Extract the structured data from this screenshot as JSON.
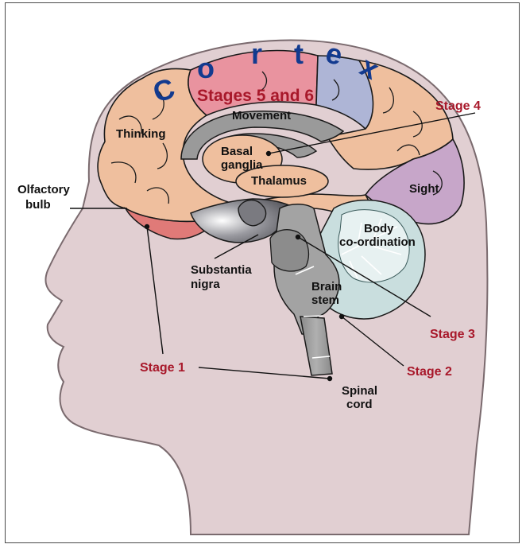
{
  "cortex_letters": [
    "C",
    "o",
    "r",
    "t",
    "e",
    "x"
  ],
  "labels": {
    "stages_5_6": "Stages 5 and 6",
    "movement": "Movement",
    "thinking": "Thinking",
    "stage_4": "Stage 4",
    "basal_1": "Basal",
    "basal_2": "ganglia",
    "thalamus": "Thalamus",
    "sight": "Sight",
    "olfactory_1": "Olfactory",
    "olfactory_2": "bulb",
    "body_1": "Body",
    "body_2": "co-ordination",
    "substantia_1": "Substantia",
    "substantia_2": "nigra",
    "brain_1": "Brain",
    "brain_2": "stem",
    "stage_3": "Stage 3",
    "stage_2": "Stage 2",
    "stage_1": "Stage 1",
    "spinal_1": "Spinal",
    "spinal_2": "cord"
  },
  "colors": {
    "head": "#e1cfd2",
    "head_outline": "#7a6a6e",
    "frontal": "#efbf9e",
    "motor": "#e9939f",
    "sensory": "#aeb5d6",
    "occipital": "#c7a6c9",
    "cerebellum": "#c9dede",
    "brainstem": "#9a9a9a",
    "cortex_text": "#123a8f",
    "stage_text": "#a8182a"
  }
}
